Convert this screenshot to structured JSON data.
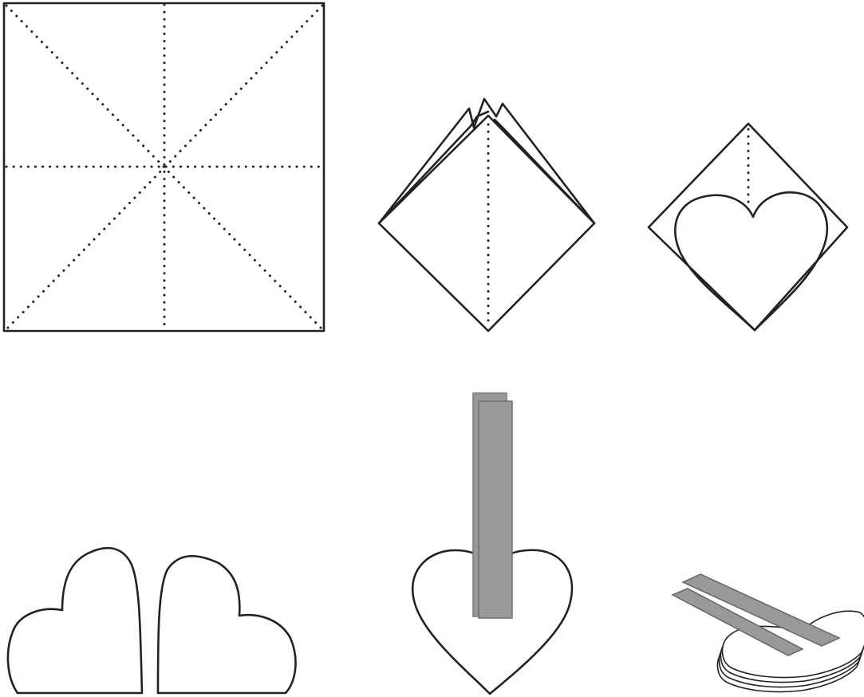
{
  "diagram": {
    "description_steps": [
      {
        "id": "step-1",
        "name": "folded-square-with-creases"
      },
      {
        "id": "step-2",
        "name": "collapsed-diamond"
      },
      {
        "id": "step-3",
        "name": "diamond-with-heart-outline"
      },
      {
        "id": "step-4",
        "name": "two-cut-hearts"
      },
      {
        "id": "step-5",
        "name": "heart-with-paper-strips"
      },
      {
        "id": "step-6",
        "name": "stacked-hearts-with-strips"
      }
    ],
    "colors": {
      "ink": "#222222",
      "paper": "#ffffff",
      "strip_fill": "#999999",
      "strip_stroke": "#777777"
    }
  }
}
